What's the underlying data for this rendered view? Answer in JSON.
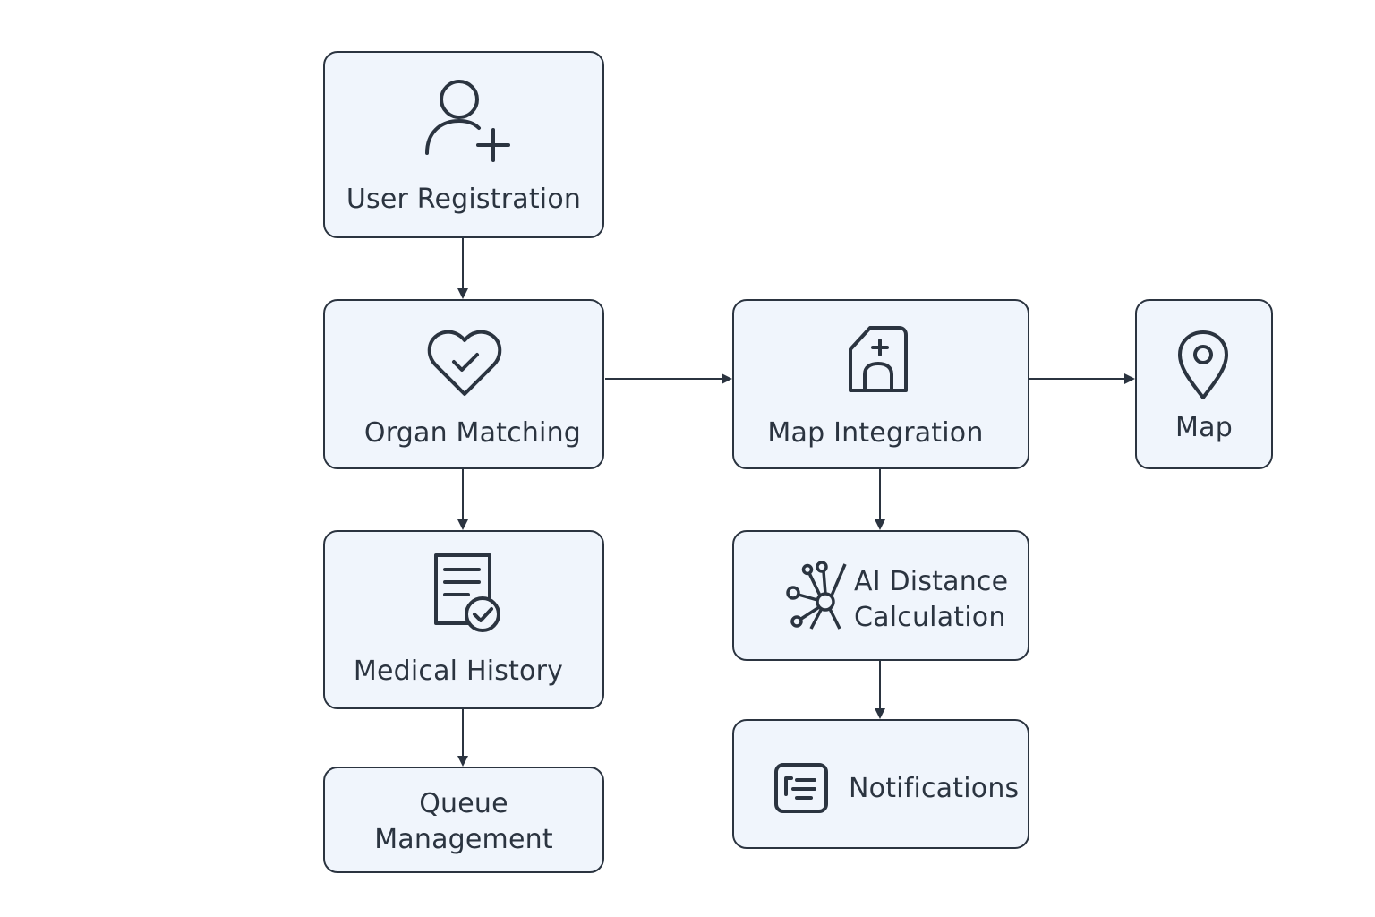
{
  "diagram": {
    "nodes": {
      "user_registration": {
        "label": "User Registration",
        "icon": "user-plus-icon"
      },
      "organ_matching": {
        "label": "Organ Matching",
        "icon": "heart-check-icon"
      },
      "medical_history": {
        "label": "Medical History",
        "icon": "document-check-icon"
      },
      "queue_management": {
        "label_line1": "Queue",
        "label_line2": "Management"
      },
      "map_integration": {
        "label": "Map Integration",
        "icon": "hospital-icon"
      },
      "map": {
        "label": "Map",
        "icon": "map-pin-icon"
      },
      "ai_distance_calculation": {
        "label_line1": "AI Distance",
        "label_line2": "Calculation",
        "icon": "network-nodes-icon"
      },
      "notifications": {
        "label": "Notifications",
        "icon": "notification-list-icon"
      }
    },
    "edges": [
      {
        "from": "user_registration",
        "to": "organ_matching"
      },
      {
        "from": "organ_matching",
        "to": "medical_history"
      },
      {
        "from": "medical_history",
        "to": "queue_management"
      },
      {
        "from": "organ_matching",
        "to": "map_integration"
      },
      {
        "from": "map_integration",
        "to": "map"
      },
      {
        "from": "map_integration",
        "to": "ai_distance_calculation"
      },
      {
        "from": "ai_distance_calculation",
        "to": "notifications"
      }
    ],
    "colors": {
      "node_fill": "#f0f5fc",
      "stroke": "#2b3440",
      "background": "#ffffff"
    }
  }
}
